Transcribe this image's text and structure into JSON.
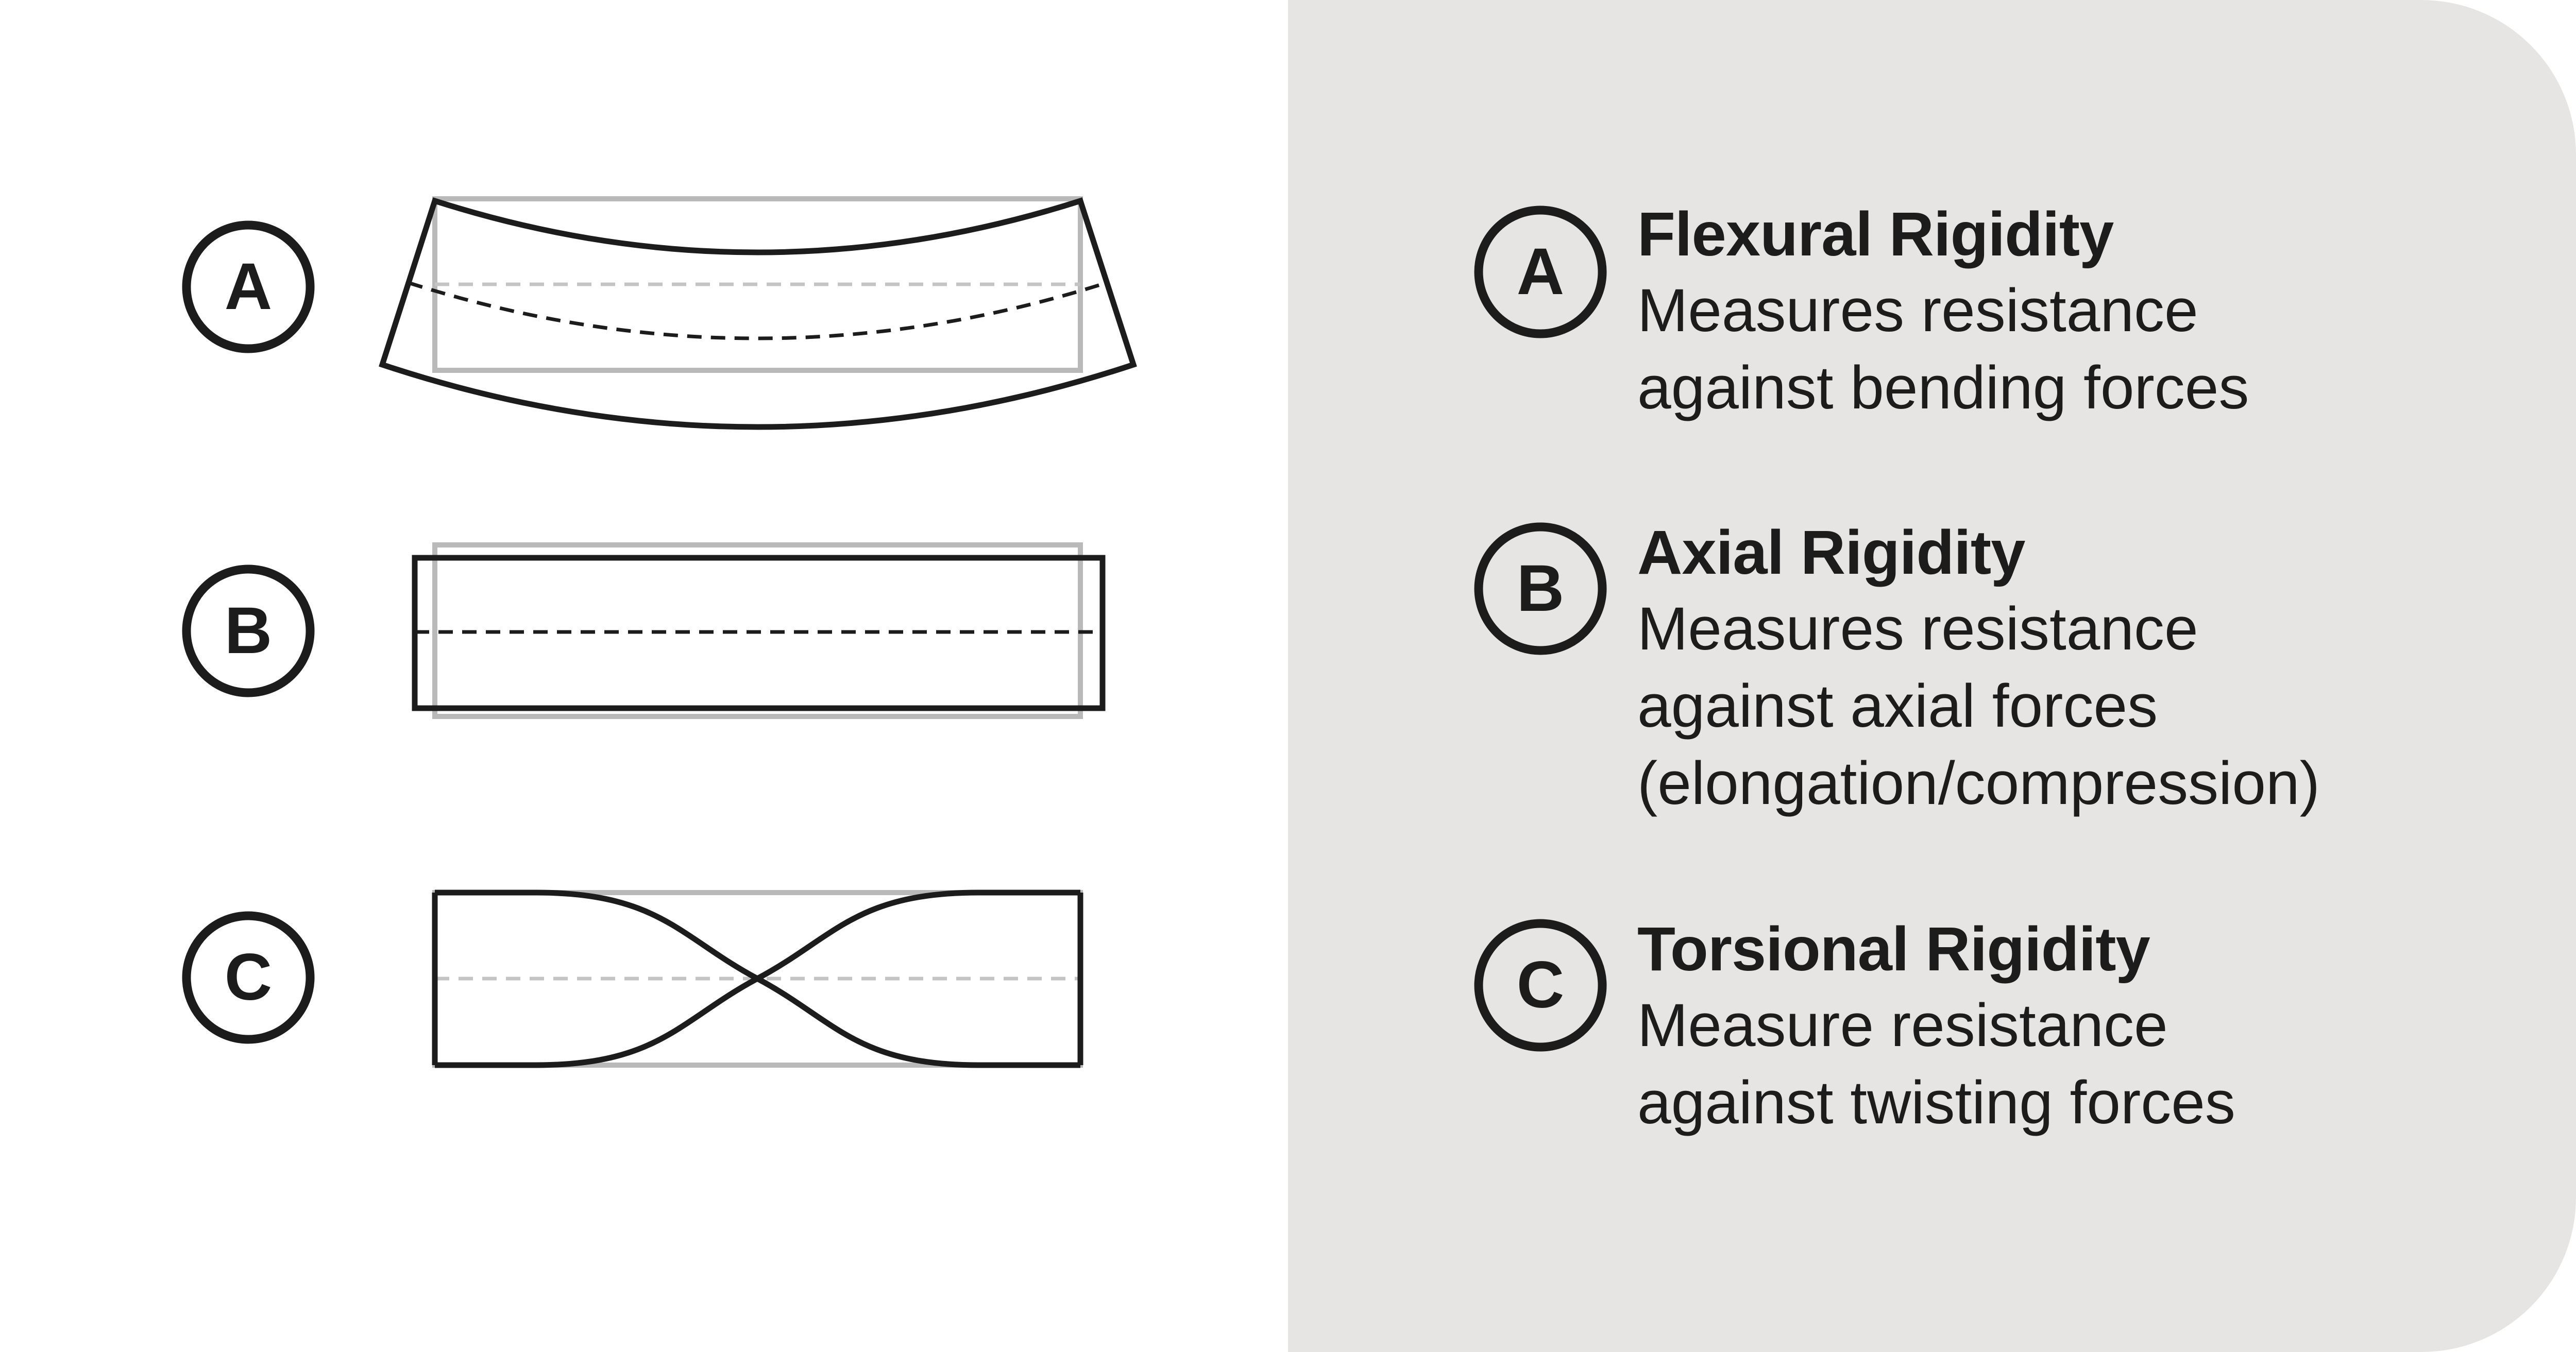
{
  "colors": {
    "panel": "#e6e5e3",
    "stroke": "#1c1c1c",
    "ghost": "#b9b9b9",
    "background": "#ffffff"
  },
  "diagram": {
    "figures": [
      {
        "badge": "A",
        "deformation": "bending"
      },
      {
        "badge": "B",
        "deformation": "axial"
      },
      {
        "badge": "C",
        "deformation": "torsion"
      }
    ]
  },
  "legend": [
    {
      "badge": "A",
      "title": "Flexural Rigidity",
      "lines": [
        "Measures resistance",
        "against bending forces"
      ]
    },
    {
      "badge": "B",
      "title": "Axial Rigidity",
      "lines": [
        "Measures resistance",
        "against axial forces",
        "(elongation/compression)"
      ]
    },
    {
      "badge": "C",
      "title": "Torsional Rigidity",
      "lines": [
        "Measure resistance",
        "against twisting forces"
      ]
    }
  ]
}
